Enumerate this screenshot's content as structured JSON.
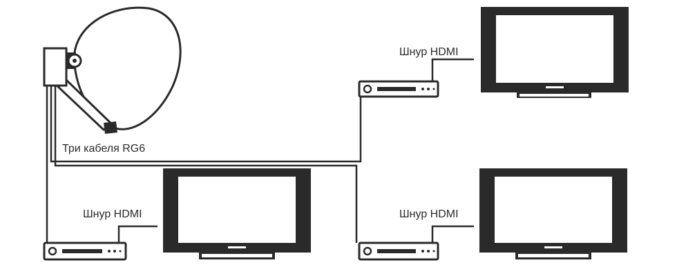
{
  "labels": {
    "cables": "Три кабеля RG6",
    "hdmi_top_right": "Шнур HDMI",
    "hdmi_bottom_left": "Шнур HDMI",
    "hdmi_bottom_right": "Шнур HDMI"
  },
  "colors": {
    "stroke": "#2a2a2a",
    "fill_dark": "#2a2a2a",
    "background": "#ffffff"
  },
  "icons": {
    "dish": "satellite-dish-icon",
    "receiver": "receiver-icon",
    "tv": "tv-icon"
  }
}
